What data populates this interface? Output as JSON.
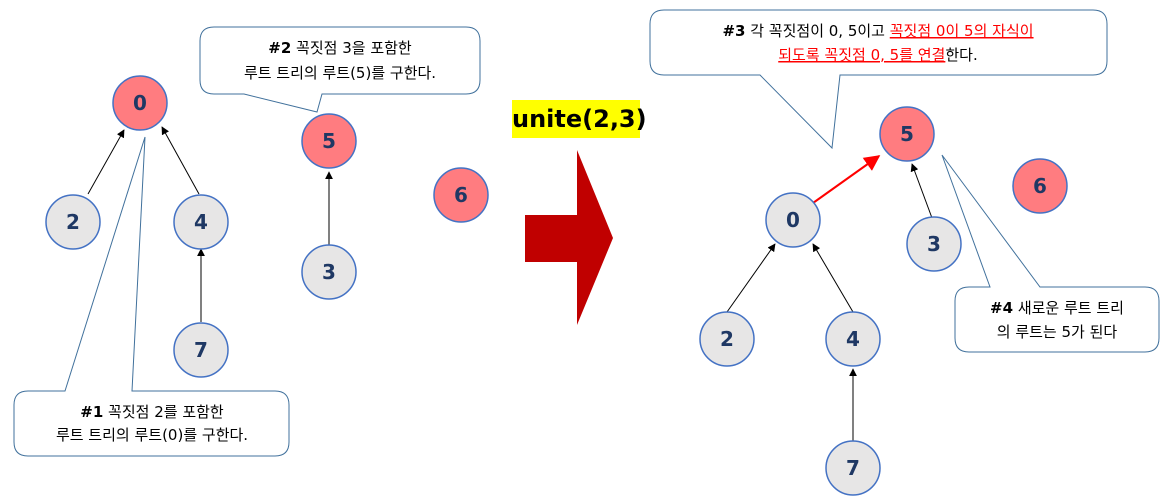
{
  "operation_label": "unite(2,3)",
  "left_tree": {
    "nodes": [
      "0",
      "2",
      "4",
      "7",
      "5",
      "3",
      "6"
    ],
    "edges": [
      [
        "2",
        "0"
      ],
      [
        "4",
        "0"
      ],
      [
        "7",
        "4"
      ],
      [
        "3",
        "5"
      ]
    ]
  },
  "right_tree": {
    "nodes": [
      "5",
      "0",
      "3",
      "2",
      "4",
      "7",
      "6"
    ],
    "edges": [
      [
        "0",
        "5"
      ],
      [
        "3",
        "5"
      ],
      [
        "2",
        "0"
      ],
      [
        "4",
        "0"
      ],
      [
        "7",
        "4"
      ]
    ],
    "new_edge": [
      "0",
      "5"
    ]
  },
  "callouts": {
    "c1": {
      "tag": "#1",
      "line1": " 꼭짓점 2를 포함한",
      "line2": "루트 트리의 루트(0)를 구한다."
    },
    "c2": {
      "tag": "#2",
      "line1": " 꼭짓점 3을 포함한",
      "line2": "루트 트리의 루트(5)를 구한다."
    },
    "c3": {
      "tag": "#3",
      "line1a": " 각 꼭짓점이 0, 5이고 ",
      "line1b": "꼭짓점 0이 5의 자식이",
      "line2a": "되도록 꼭짓점 0, 5를 연결",
      "line2b": "한다."
    },
    "c4": {
      "tag": "#4",
      "line1": " 새로운 루트 트리",
      "line2": "의 루트는 5가 된다"
    }
  },
  "colors": {
    "root_fill": "#ff7c80",
    "node_fill": "#e7e6e6",
    "node_stroke": "#4472c4",
    "node_text": "#1f3864",
    "highlight": "#ff0000",
    "arrow_fill": "#c00000",
    "label_bg": "#ffff00"
  }
}
